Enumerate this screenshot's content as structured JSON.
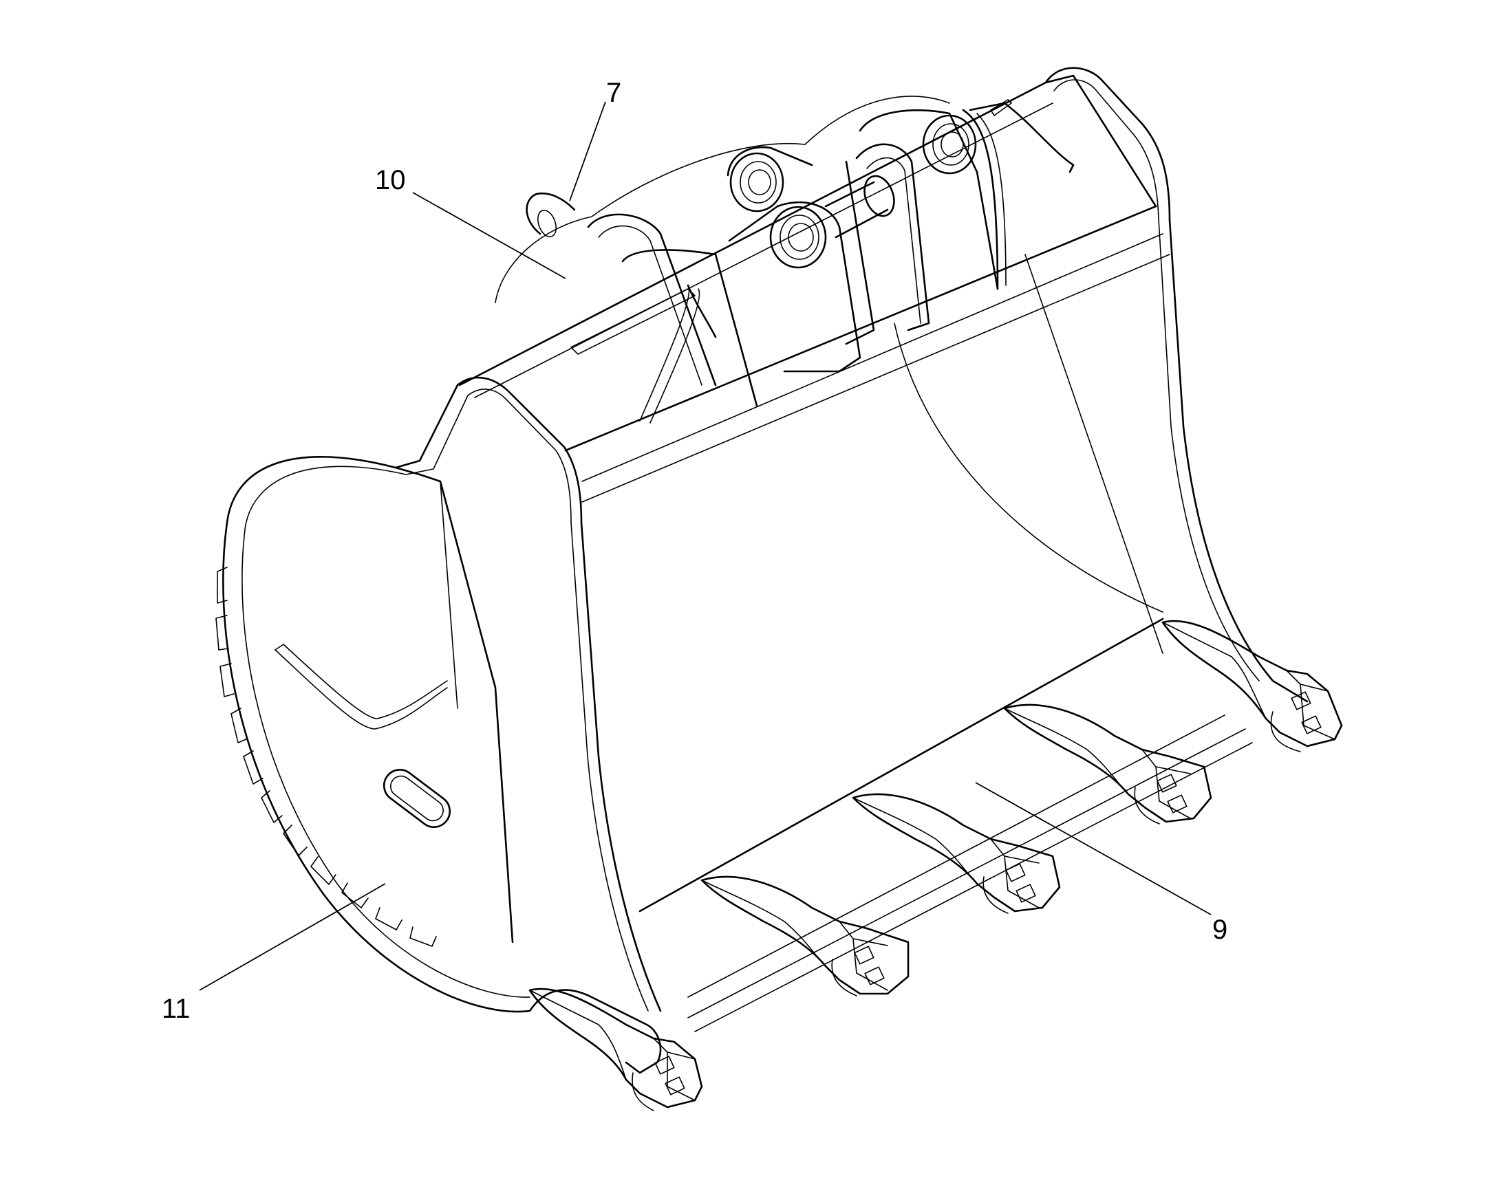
{
  "callouts": [
    {
      "id": "c7",
      "label": "7"
    },
    {
      "id": "c10",
      "label": "10"
    },
    {
      "id": "c9",
      "label": "9"
    },
    {
      "id": "c11",
      "label": "11"
    }
  ],
  "colors": {
    "ink": "#000000",
    "paper": "#ffffff"
  }
}
